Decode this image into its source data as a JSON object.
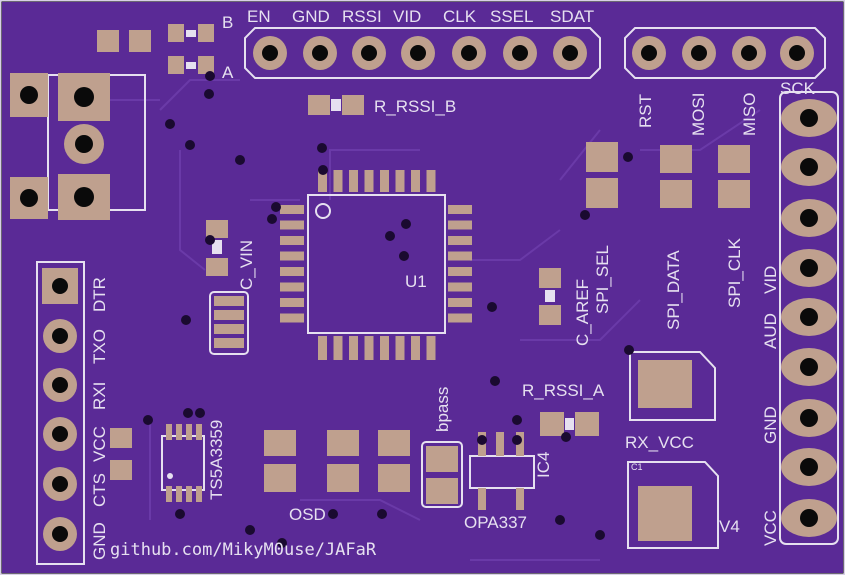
{
  "board": {
    "colors": {
      "substrate": "#5a2a96",
      "copper": "#bfa08e",
      "silk": "#e6e0f0",
      "hole": "#0a0a0a",
      "via": "#2a1248"
    },
    "top_header_labels": [
      "EN",
      "GND",
      "RSSI",
      "VID",
      "CLK",
      "SSEL",
      "SDAT"
    ],
    "spi_header_labels": [
      "RST",
      "MOSI",
      "MISO",
      "SCK"
    ],
    "left_header_labels": [
      "GND",
      "CTS",
      "VCC",
      "RXI",
      "TXO",
      "DTR"
    ],
    "right_header_labels": [
      "AUD",
      "VID",
      "GND",
      "VCC"
    ],
    "jumper_labels": {
      "b": "B",
      "a": "A"
    },
    "components": {
      "r_rssi_b": "R_RSSI_B",
      "u1": "U1",
      "c_vin": "C_VIN",
      "c_aref": "C_AREF",
      "spi_sel": "SPI_SEL",
      "spi_data": "SPI_DATA",
      "spi_clk": "SPI_CLK",
      "r_rssi_a": "R_RSSI_A",
      "rx_vcc": "RX_VCC",
      "c1": "C1",
      "ts5a3359": "TS5A3359",
      "bpass": "bpass",
      "ic4": "IC4",
      "osd": "OSD",
      "opa337": "OPA337",
      "v4": "V4"
    },
    "url": "github.com/MikyM0use/JAFaR"
  }
}
